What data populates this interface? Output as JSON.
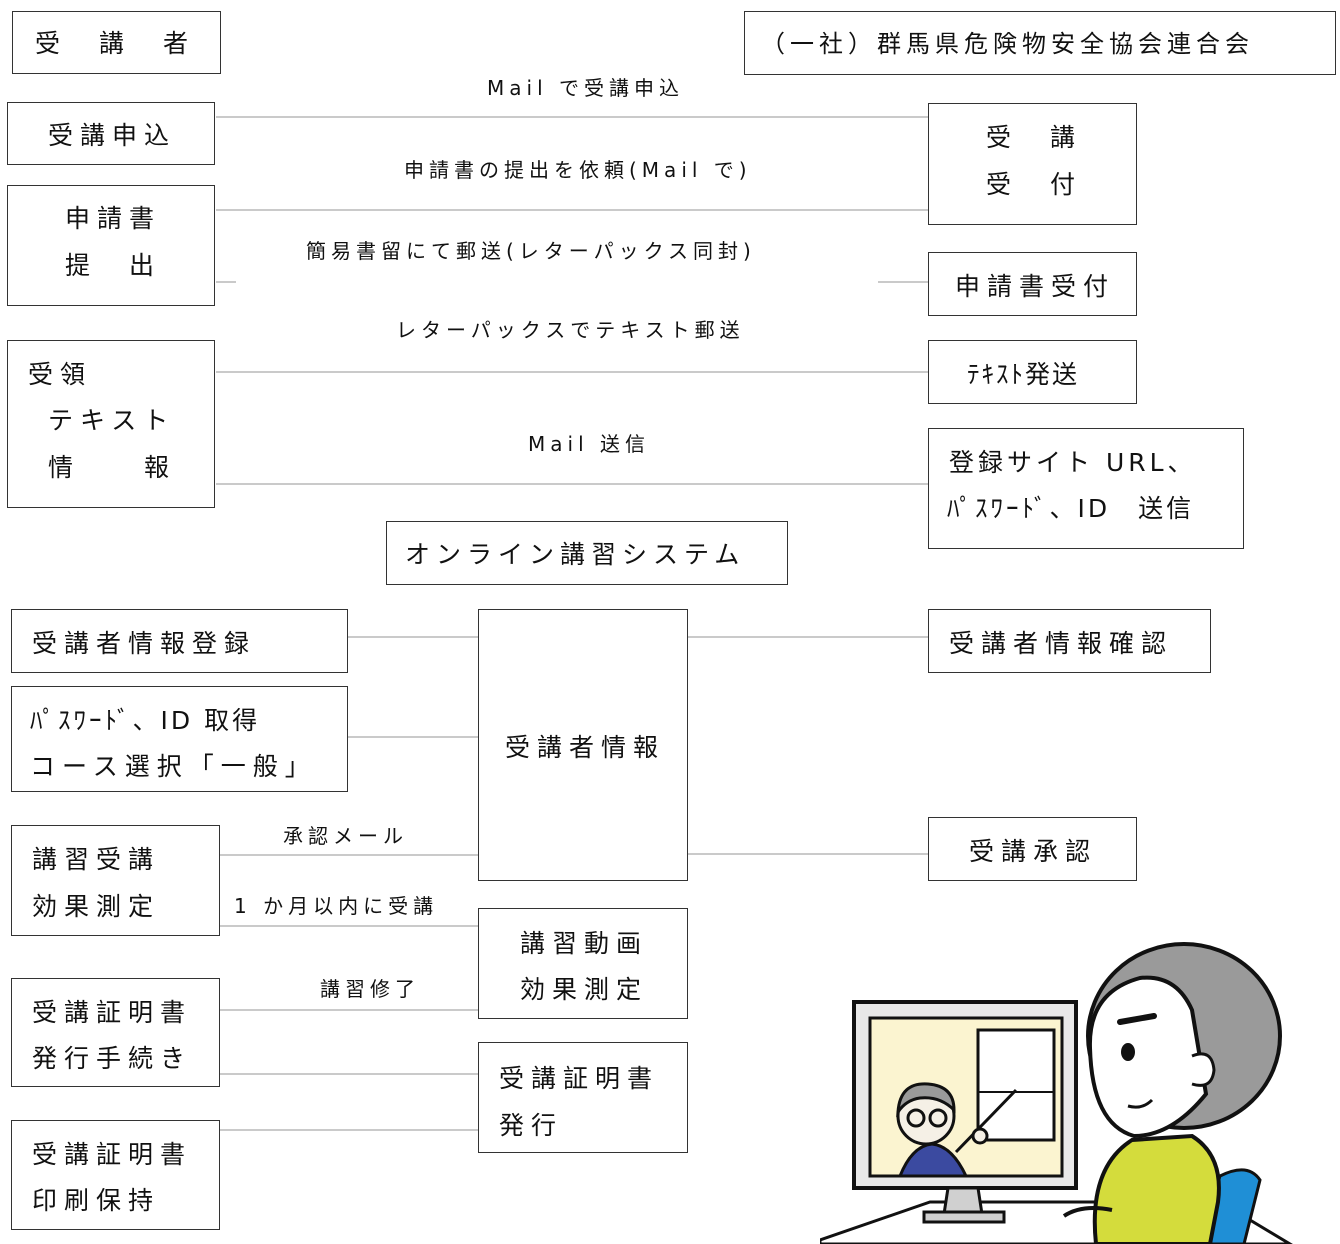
{
  "left_header": "受　講　者",
  "right_header": "（一社）群馬県危険物安全協会連合会",
  "left_steps": {
    "apply": "受講申込",
    "submit_1": "申請書",
    "submit_2": "提　出",
    "receive_1": "受領",
    "receive_2": "テキスト",
    "receive_3": "情　　報"
  },
  "right_steps": {
    "accept_1": "受　講",
    "accept_2": "受　付",
    "form_accept": "申請書受付",
    "text_send": "ﾃｷｽﾄ発送",
    "login_1": "登録サイト URL、",
    "login_2": "ﾊﾟｽﾜｰﾄﾞ、ID　送信"
  },
  "flow_labels": {
    "mail_apply": "Mail で受講申込",
    "request_form": "申請書の提出を依頼(Mail で)",
    "registered_mail": "簡易書留にて郵送(レターパックス同封)",
    "letterpack_text": "レターパックスでテキスト郵送",
    "mail_send": "Mail 送信"
  },
  "online_system": "オンライン講習システム",
  "lower_left": {
    "register": "受講者情報登録",
    "pw_1": "ﾊﾟｽﾜｰﾄﾞ、ID 取得",
    "pw_2": "コース選択「一般」",
    "course_1": "講習受講",
    "course_2": "効果測定",
    "cert_1": "受講証明書",
    "cert_2": "発行手続き",
    "print_1": "受講証明書",
    "print_2": "印刷保持"
  },
  "center": {
    "info": "受講者情報",
    "video_1": "講習動画",
    "video_2": "効果測定",
    "issue_1": "受講証明書",
    "issue_2": "発行"
  },
  "lower_right": {
    "confirm": "受講者情報確認",
    "approve": "受講承認"
  },
  "lower_labels": {
    "approval_mail": "承認メール",
    "within_month": "1 か月以内に受講",
    "complete": "講習修了"
  },
  "colors": {
    "line": "#aaaaaa",
    "border": "#333333",
    "shirt": "#d4dc3c",
    "chair": "#1f8fd6",
    "screen": "#fbf4d0",
    "hair": "#9a9a9a"
  },
  "illustration": [
    "computer-icon",
    "person-icon",
    "instructor-icon"
  ]
}
